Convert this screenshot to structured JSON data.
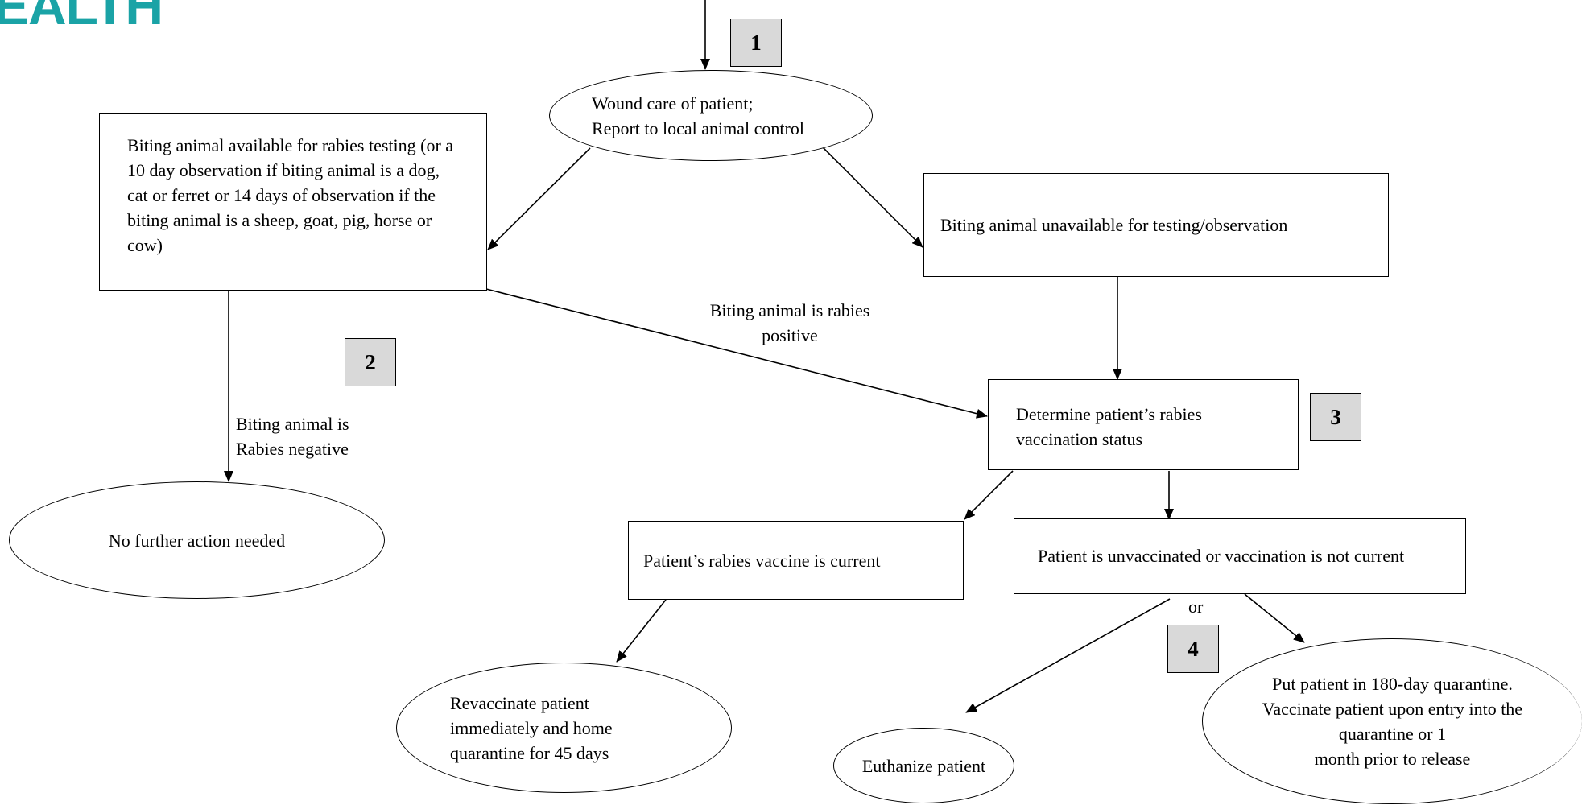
{
  "logo_text": "EALTH",
  "nodes": {
    "wound_care": "Wound care of patient;\nReport to local animal control",
    "animal_available": "Biting animal available for rabies testing (or a 10 day observation if biting animal is a dog, cat or ferret or 14 days of observation if the biting animal is a sheep, goat, pig, horse or cow)",
    "animal_unavailable": "Biting animal unavailable for testing/observation",
    "no_further_action": "No further action needed",
    "determine_status": "Determine patient’s rabies vaccination status",
    "vaccine_current": "Patient’s rabies vaccine is current",
    "unvaccinated": "Patient is unvaccinated or vaccination is not current",
    "revaccinate": "Revaccinate patient immediately and home quarantine for 45 days",
    "euthanize": "Euthanize patient",
    "quarantine": "Put patient in 180-day quarantine.\nVaccinate patient upon entry into the quarantine or 1\nmonth prior to release"
  },
  "edge_labels": {
    "rabies_positive": "Biting animal is rabies positive",
    "rabies_negative": "Biting animal is\nRabies negative",
    "or": "or"
  },
  "step_numbers": [
    "1",
    "2",
    "3",
    "4"
  ],
  "colors": {
    "logo": "#1aa3a6",
    "step_box_fill": "#d9d9d9",
    "stroke": "#000000"
  }
}
